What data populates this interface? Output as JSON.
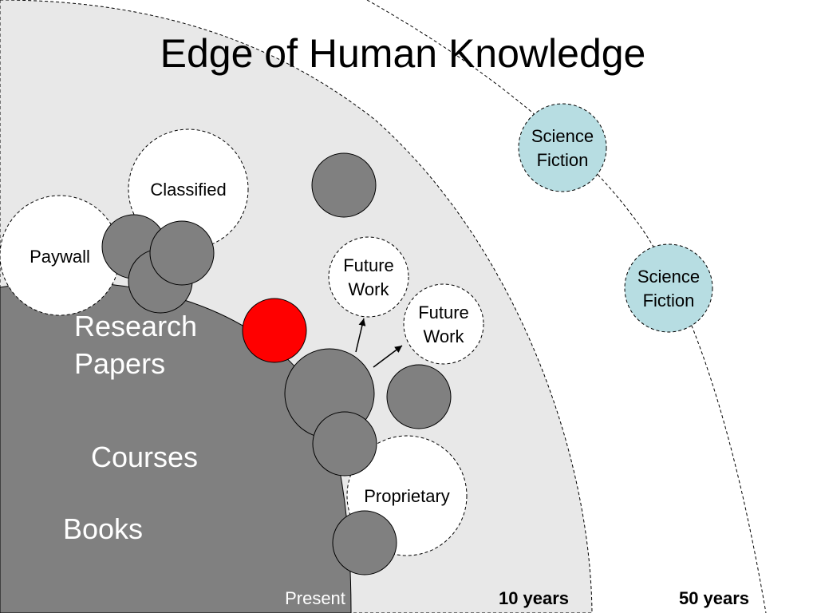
{
  "title": "Edge of Human Knowledge",
  "regions": {
    "known": [
      "Research",
      "Papers",
      "Courses",
      "Books"
    ]
  },
  "bubbles": {
    "classified": "Classified",
    "paywall": "Paywall",
    "future_work": [
      "Future",
      "Work"
    ],
    "proprietary": "Proprietary",
    "science_fiction": [
      "Science",
      "Fiction"
    ]
  },
  "timeline": {
    "present": "Present",
    "ten_years": "10 years",
    "fifty_years": "50 years"
  },
  "colors": {
    "known_fill": "#808080",
    "frontier_fill": "#e8e8e8",
    "highlight": "#ff0000",
    "science_fiction_fill": "#b7dde2",
    "outline": "#000000"
  }
}
